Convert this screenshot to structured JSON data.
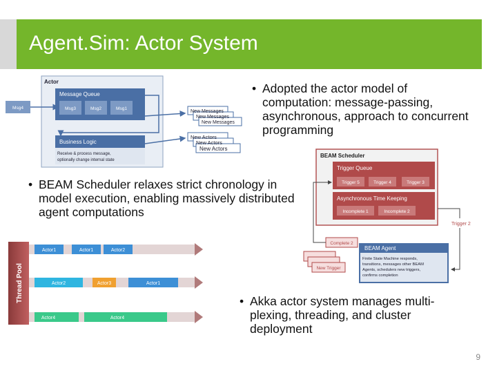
{
  "slide": {
    "title": "Agent.Sim: Actor System",
    "page_number": "9",
    "bullets": [
      {
        "text": "Adopted the actor model of computation: message-passing, asynchronous, approach to concurrent programming"
      },
      {
        "text": "BEAM Scheduler relaxes strict chronology in model execution, enabling massively distributed agent computations"
      },
      {
        "text": "Akka actor system manages multi-plexing, threading, and cluster deployment"
      }
    ]
  },
  "actor_diagram": {
    "actor_label": "Actor",
    "queue_label": "Message Queue",
    "incoming_msg": "Msg4",
    "queue_msgs": [
      "Msg3",
      "Msg2",
      "Msg1"
    ],
    "new_messages": [
      "New Messages",
      "New Messages",
      "New Messages"
    ],
    "logic_label": "Business Logic",
    "logic_desc_1": "Receive & process message,",
    "logic_desc_2": "optionally change internal state",
    "new_actors": [
      "New Actors",
      "New Actors",
      "New Actors"
    ]
  },
  "beam_diagram": {
    "scheduler_label": "BEAM Scheduler",
    "trigger_queue_label": "Trigger Queue",
    "triggers": [
      "Trigger 5",
      "Trigger 4",
      "Trigger 3"
    ],
    "async_label": "Asynchronous Time Keeping",
    "incompletes": [
      "Incomplete 1",
      "Incomplete 2"
    ],
    "trigger2": "Trigger 2",
    "complete2": "Complete 2",
    "agent_label": "BEAM Agent",
    "agent_desc": [
      "Finite State Machine responds,",
      "transitions, messages other BEAM",
      "Agents, schedulers new triggers,",
      "confirms completion"
    ],
    "new_trigger": "New Trigger"
  },
  "thread_pool": {
    "label": "Thread Pool",
    "rows": [
      [
        "Actor1",
        "Actor1",
        "Actor2"
      ],
      [
        "Actor2",
        "Actor3",
        "Actor1"
      ],
      [
        "Actor4",
        "Actor4"
      ]
    ]
  }
}
